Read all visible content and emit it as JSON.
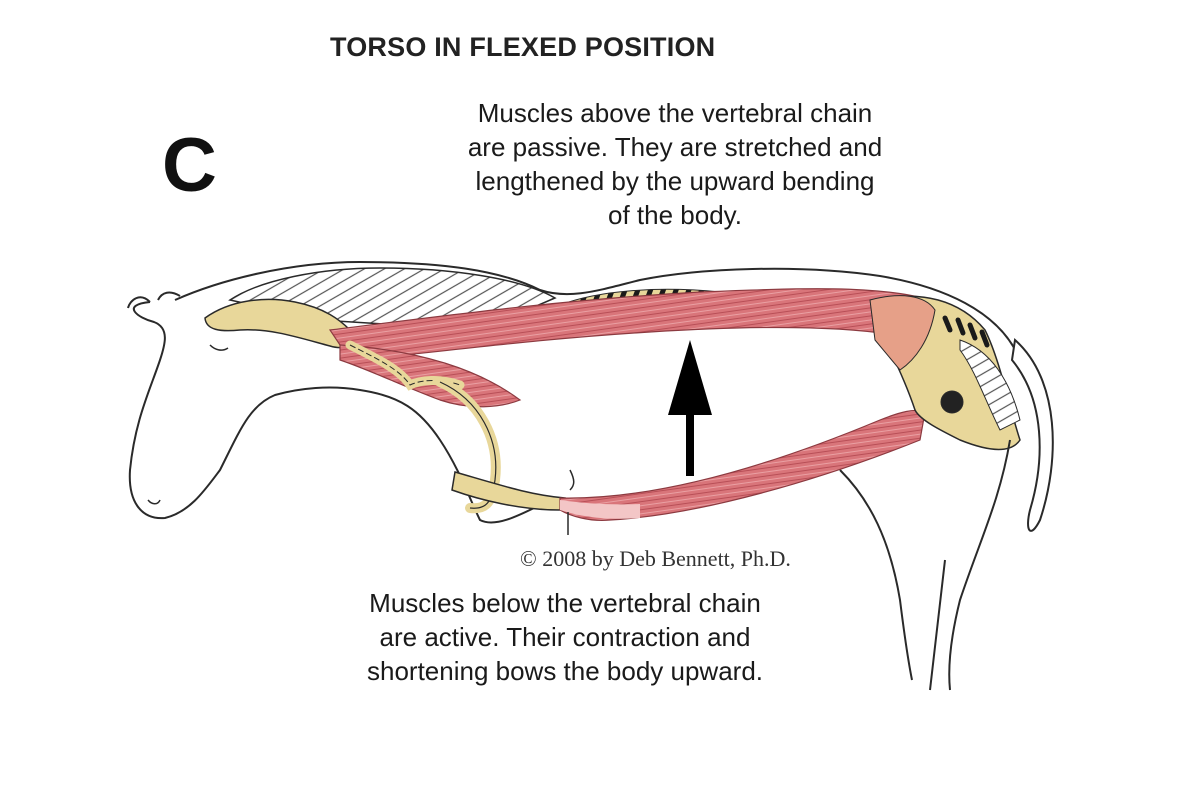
{
  "title": "TORSO IN FLEXED POSITION",
  "panel_letter": "C",
  "caption_above": {
    "lines": [
      "Muscles above the vertebral chain",
      "are passive. They are stretched and",
      "lengthened by the upward bending",
      "of the body."
    ]
  },
  "caption_below": {
    "lines": [
      "Muscles below the vertebral chain",
      "are active. Their contraction and",
      "shortening bows the body upward."
    ]
  },
  "copyright": "© 2008 by Deb Bennett, Ph.D.",
  "colors": {
    "muscle": "#d9757a",
    "muscle_light": "#f3c6c6",
    "bone": "#e8d79a",
    "outline": "#2a2a2a",
    "arrow": "#000000"
  },
  "icons": {
    "arrow": "upward-arrow-icon"
  }
}
